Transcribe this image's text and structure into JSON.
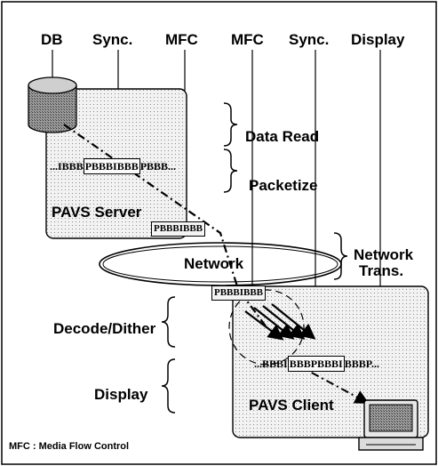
{
  "top_labels": {
    "db": "DB",
    "sync_server": "Sync.",
    "mfc_server": "MFC",
    "mfc_client": "MFC",
    "sync_client": "Sync.",
    "display": "Display"
  },
  "phases": {
    "data_read": "Data Read",
    "packetize": "Packetize",
    "network_trans_line1": "Network",
    "network_trans_line2": "Trans.",
    "decode_dither": "Decode/Dither",
    "display": "Display"
  },
  "server": {
    "name": "PAVS Server",
    "frames_prefix": "...IBBB",
    "frames_boxed": "PBBBIBBB",
    "frames_suffix": "PBBB..."
  },
  "network": {
    "label": "Network",
    "packet_top": "PBBBIBBB",
    "packet_bottom": "PBBBIBBB"
  },
  "client": {
    "name": "PAVS Client",
    "frames_prefix": "...BBBI",
    "frames_boxed": "BBBPBBBI",
    "frames_suffix": "BBBP..."
  },
  "footnote": "MFC : Media Flow Control"
}
